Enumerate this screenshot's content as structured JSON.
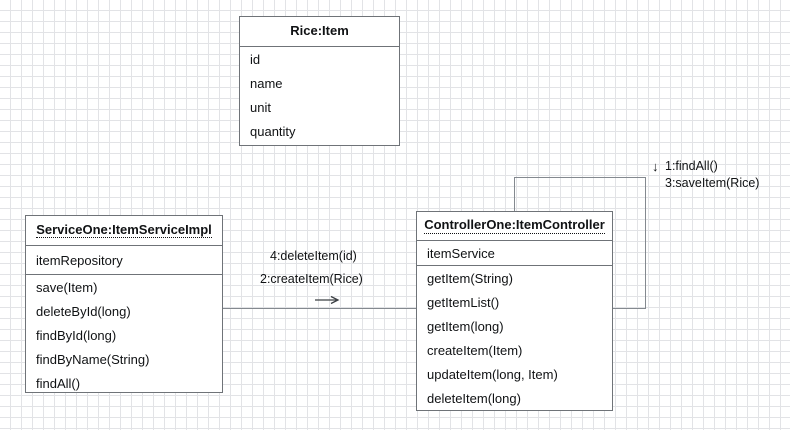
{
  "diagram": {
    "type": "uml-collaboration-diagram",
    "background": "#ffffff",
    "grid_color": "#e2e3e6",
    "border_color": "#6f7378",
    "connector_color": "#84898f",
    "text_color": "#101214"
  },
  "classes": [
    {
      "id": "rice-item",
      "title": "Rice:Item",
      "title_underlined": false,
      "attributes": [
        "id",
        "name",
        "unit",
        "quantity"
      ],
      "operations": []
    },
    {
      "id": "service-one",
      "title": "ServiceOne:ItemServiceImpl",
      "title_underlined": true,
      "attributes": [
        "itemRepository"
      ],
      "operations": [
        "save(Item)",
        "deleteById(long)",
        "findById(long)",
        "findByName(String)",
        "findAll()"
      ]
    },
    {
      "id": "controller-one",
      "title": "ControllerOne:ItemController",
      "title_underlined": true,
      "attributes": [
        "itemService"
      ],
      "operations": [
        "getItem(String)",
        "getItemList()",
        "getItem(long)",
        "createItem(Item)",
        "updateItem(long, Item)",
        "deleteItem(long)"
      ]
    }
  ],
  "messages": {
    "service_to_controller": {
      "line1": "4:deleteItem(id)",
      "line2": "2:createItem(Rice)",
      "arrow": "⟶"
    },
    "controller_self_loop": {
      "arrow": "↓",
      "line1": "1:findAll()",
      "line2": "3:saveItem(Rice)"
    }
  }
}
